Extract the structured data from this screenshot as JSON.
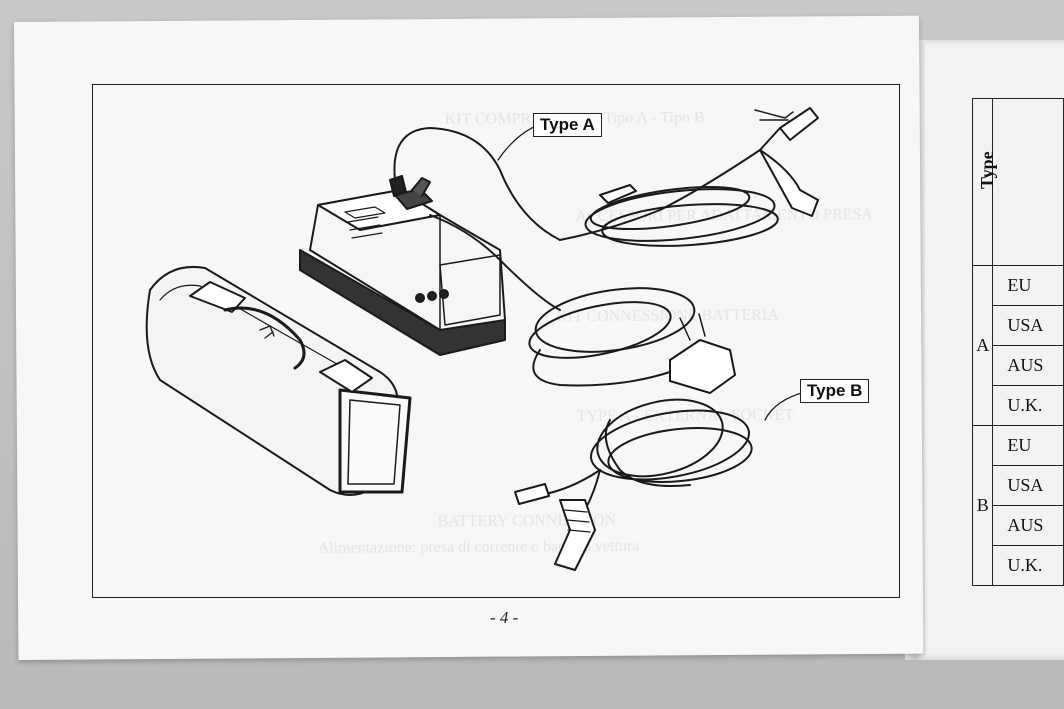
{
  "manual": {
    "page_number": "- 4 -",
    "labels": {
      "type_a": "Type A",
      "type_b": "Type B"
    },
    "ghost_text": [
      "KIT COMPRESSORE - Tipo A - Tipo B",
      "ACCESSORI PER ADATTAMENTO PRESA",
      "KIT CONNESSIONE BATTERIA",
      "TYPE A - EXTERNAL SOCKET",
      "BATTERY CONNECTION",
      "Alimentazione: presa di corrente o batteria vettura"
    ]
  },
  "type_table": {
    "header": "Type",
    "groups": [
      {
        "code": "A",
        "regions": [
          "EU",
          "USA",
          "AUS",
          "U.K."
        ]
      },
      {
        "code": "B",
        "regions": [
          "EU",
          "USA",
          "AUS",
          "U.K."
        ]
      }
    ]
  }
}
